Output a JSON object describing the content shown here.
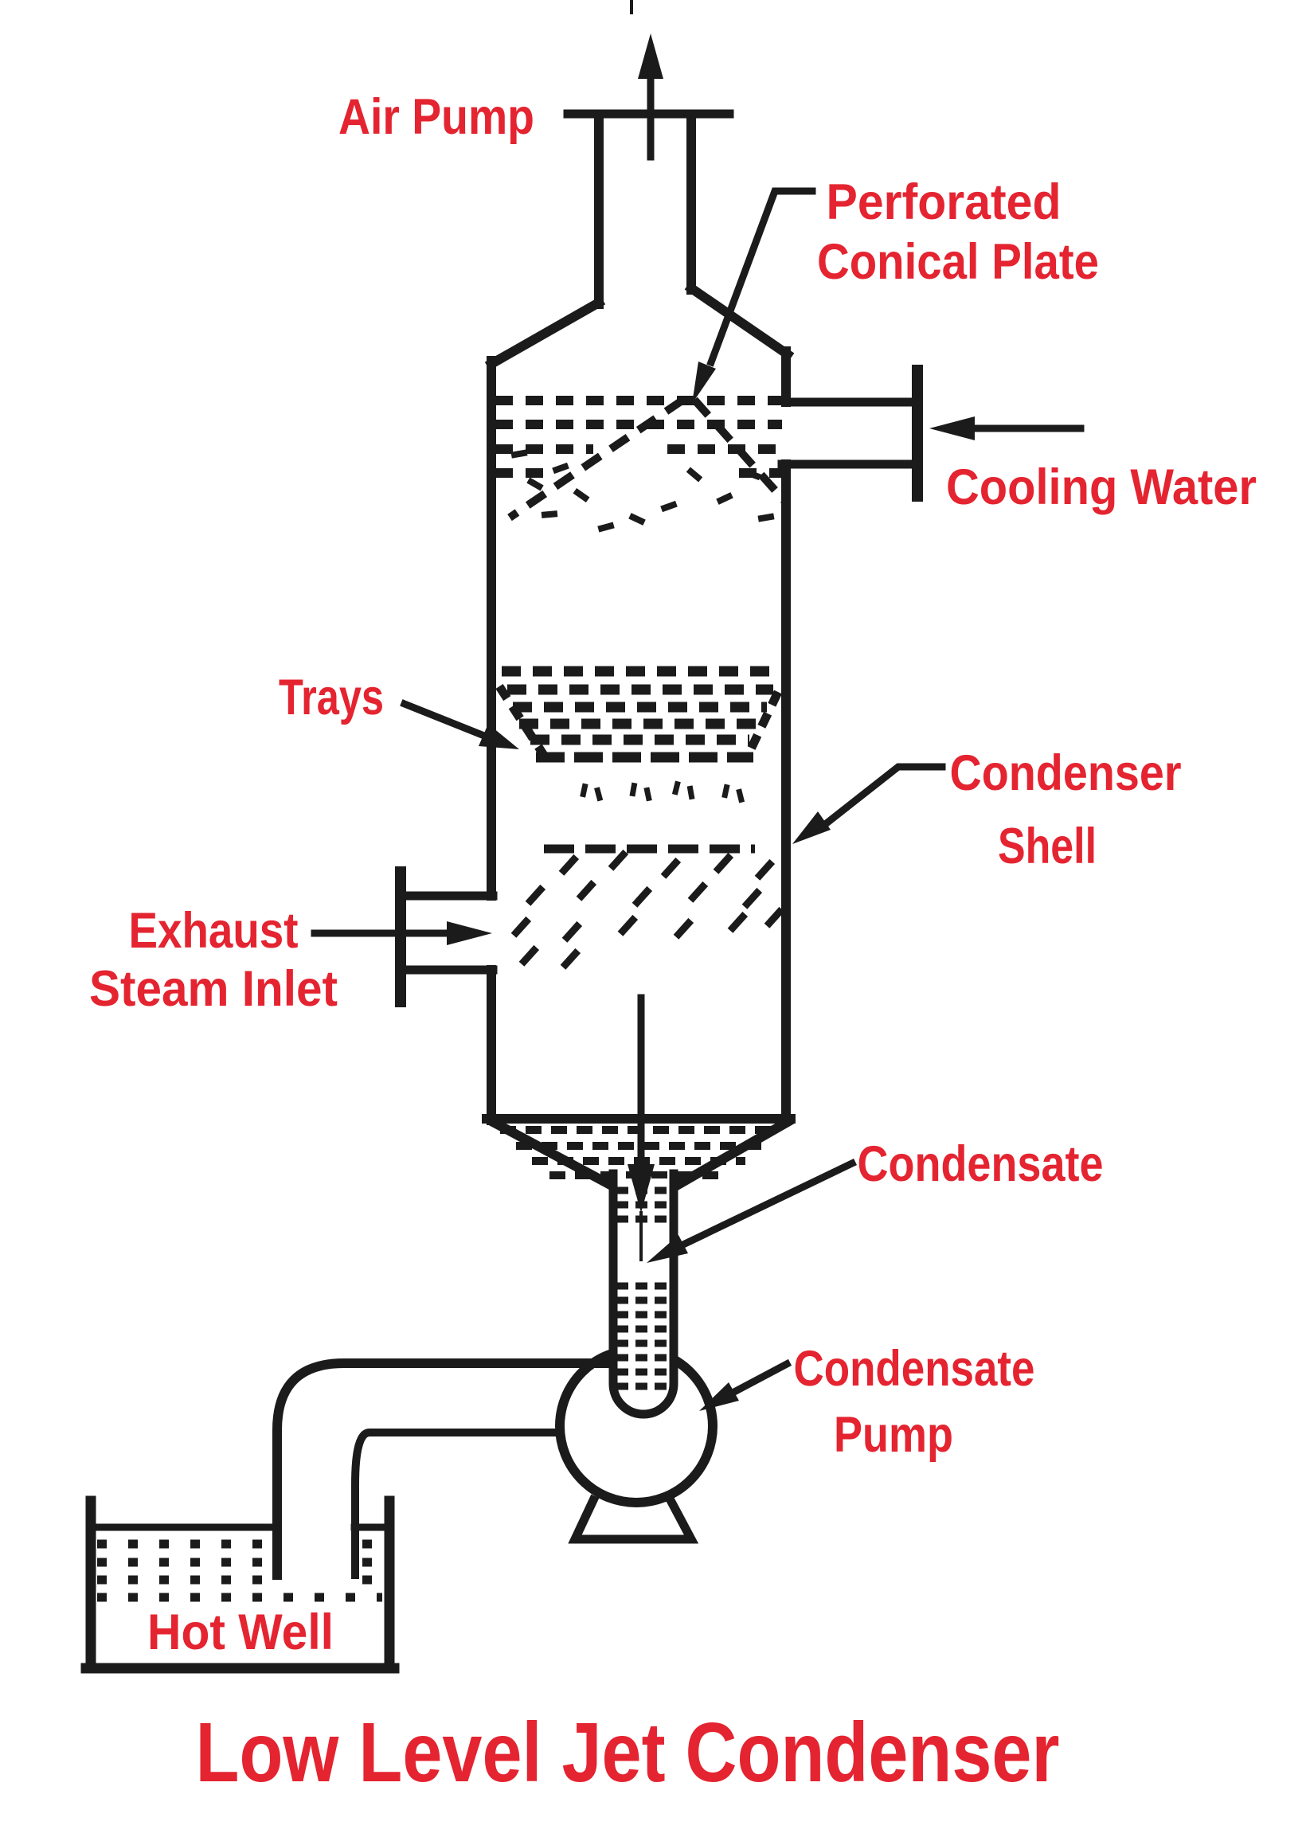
{
  "title": "Low Level Jet Condenser",
  "colors": {
    "label_red": "#e42430",
    "line_black": "#1b1b1b",
    "background": "#ffffff"
  },
  "labels": {
    "air_pump": "Air Pump",
    "perforated_plate": [
      "Perforated",
      "Conical Plate"
    ],
    "cooling_water": "Cooling Water",
    "trays": "Trays",
    "condenser_shell": [
      "Condenser",
      "Shell"
    ],
    "exhaust_steam_inlet": [
      "Exhaust",
      "Steam Inlet"
    ],
    "condensate": "Condensate",
    "condensate_pump": [
      "Condensate",
      "Pump"
    ],
    "hot_well": "Hot Well"
  }
}
